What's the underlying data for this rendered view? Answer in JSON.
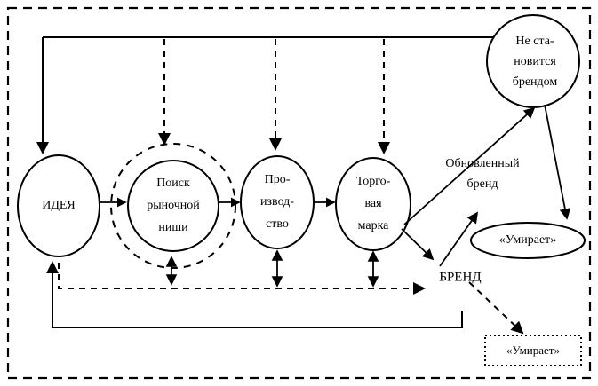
{
  "diagram": {
    "title": "Brand lifecycle flow diagram",
    "colors": {
      "stroke": "#000000",
      "background": "#ffffff"
    },
    "nodes": {
      "idea": {
        "label": "ИДЕЯ"
      },
      "niche": {
        "line1": "Поиск",
        "line2": "рыночной",
        "line3": "ниши"
      },
      "production": {
        "line1": "Про-",
        "line2": "извод-",
        "line3": "ство"
      },
      "trademark": {
        "line1": "Торго-",
        "line2": "вая",
        "line3": "марка"
      },
      "not_brand": {
        "line1": "Не ста-",
        "line2": "новится",
        "line3": "брендом"
      },
      "renewed_brand": {
        "line1": "Обновленный",
        "line2": "бренд"
      },
      "brand": {
        "label": "БРЕНД"
      },
      "dying_ellipse": {
        "label": "«Умирает»"
      },
      "dying_box": {
        "label": "«Умирает»"
      }
    }
  }
}
